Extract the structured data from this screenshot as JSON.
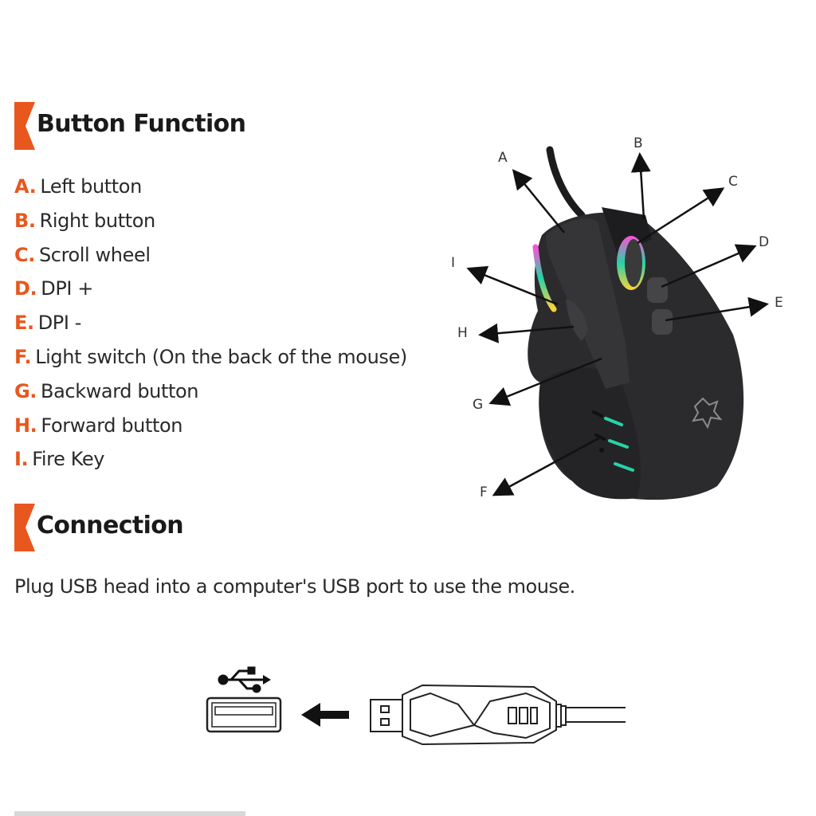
{
  "colors": {
    "accent": "#e8571e",
    "text": "#2a2a2a",
    "mouse_body": "#2b2b2d",
    "rgb_glow": "#27d3a8"
  },
  "sections": {
    "button_function": {
      "title": "Button Function",
      "items": [
        {
          "letter": "A.",
          "label": "Left button"
        },
        {
          "letter": "B.",
          "label": "Right button"
        },
        {
          "letter": "C.",
          "label": "Scroll wheel"
        },
        {
          "letter": "D.",
          "label": "DPI +"
        },
        {
          "letter": "E.",
          "label": "DPI -"
        },
        {
          "letter": "F.",
          "label": "Light switch (On the back of the mouse)"
        },
        {
          "letter": "G.",
          "label": "Backward button"
        },
        {
          "letter": "H.",
          "label": "Forward button"
        },
        {
          "letter": "I.",
          "label": "Fire Key"
        }
      ]
    },
    "connection": {
      "title": "Connection",
      "text": "Plug USB head into a computer's USB port to use the mouse."
    }
  },
  "diagram": {
    "callouts": [
      "A",
      "B",
      "C",
      "D",
      "E",
      "F",
      "G",
      "H",
      "I"
    ],
    "icons": [
      "usb-icon",
      "usb-port-icon",
      "left-arrow-icon",
      "usb-connector-icon",
      "panther-logo-icon"
    ]
  }
}
